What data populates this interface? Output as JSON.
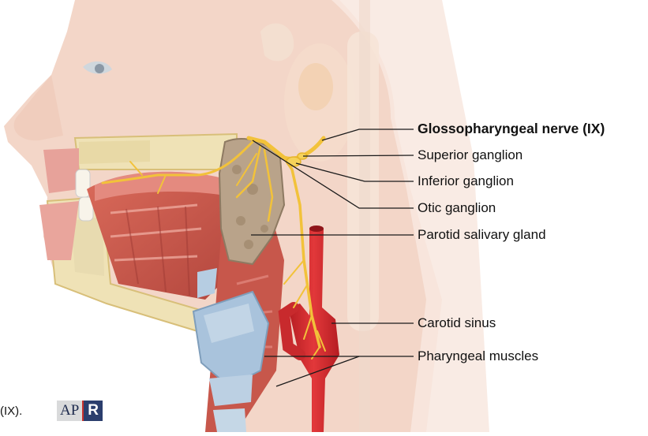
{
  "labels": {
    "glossopharyngeal": "Glossopharyngeal nerve (IX)",
    "superior_ganglion": "Superior ganglion",
    "inferior_ganglion": "Inferior ganglion",
    "otic_ganglion": "Otic ganglion",
    "parotid": "Parotid salivary gland",
    "carotid_sinus": "Carotid sinus",
    "pharyngeal_muscles": "Pharyngeal muscles"
  },
  "caption": {
    "text": "(IX).",
    "badge_ap": "AP",
    "badge_r": "R"
  },
  "colors": {
    "skin": "#f1d3c4",
    "muscle": "#c85a4d",
    "nerve": "#f2c23a",
    "artery": "#d8262b",
    "gland": "#b9a38a",
    "bone": "#efe2b6",
    "cartilage": "#a9c3dc",
    "leader": "#1a1a1a"
  }
}
